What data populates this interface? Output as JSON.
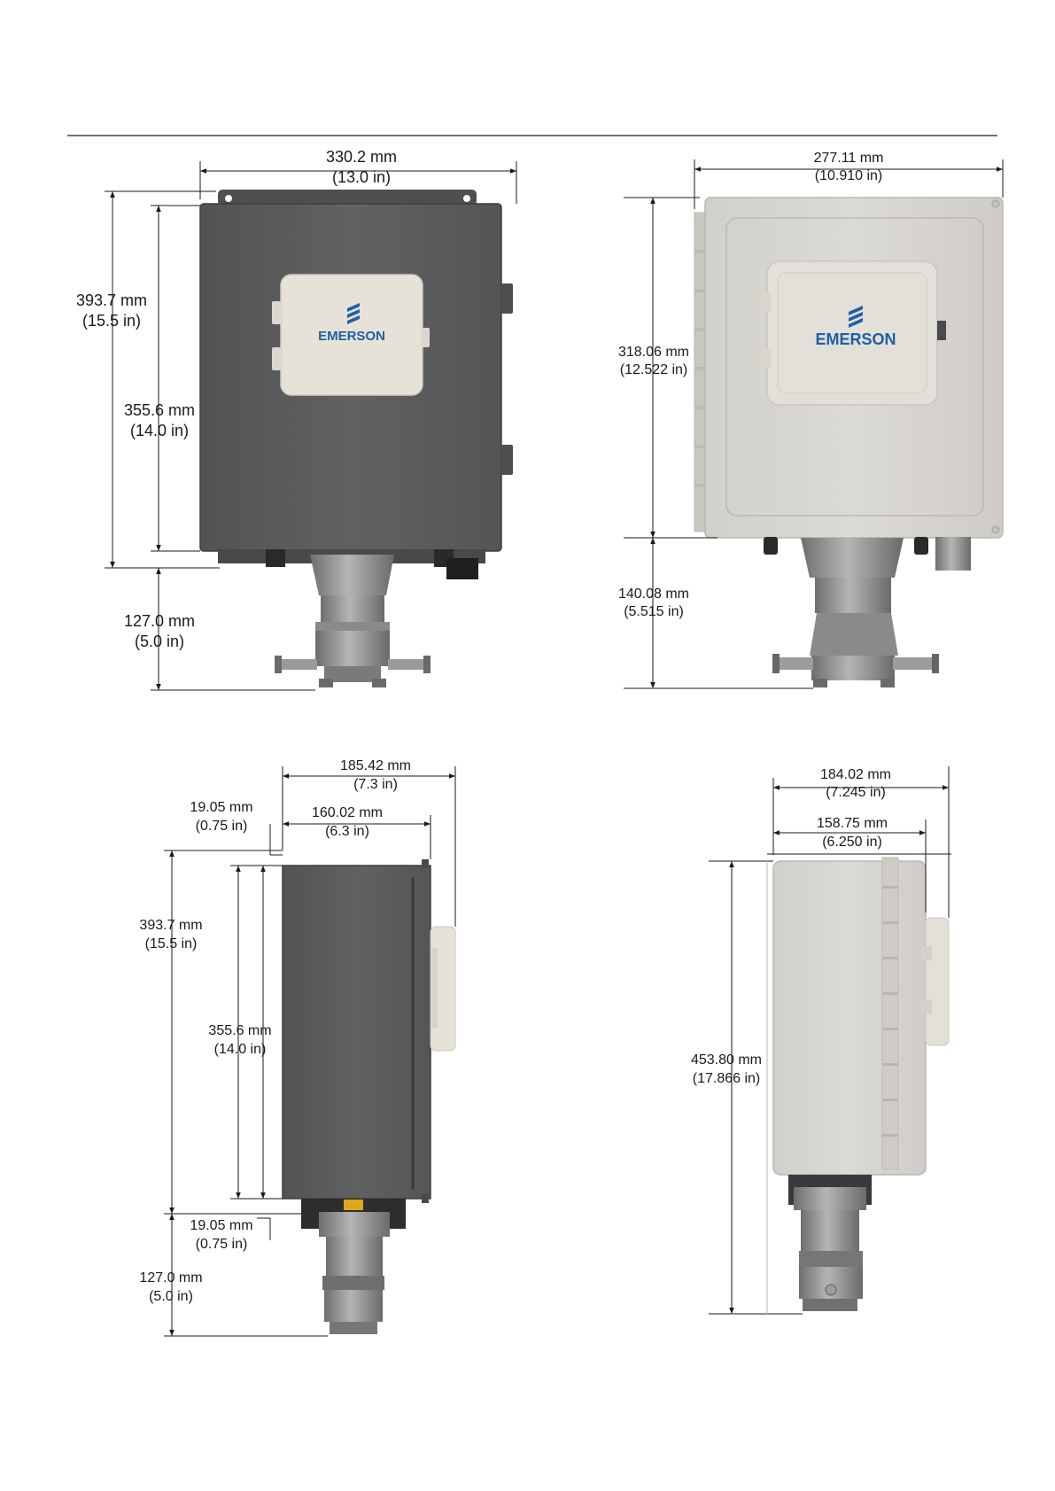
{
  "brand": {
    "name": "EMERSON",
    "logo_color": "#1f5fa8"
  },
  "colors": {
    "dark_enclosure": "#5c5d5f",
    "light_enclosure": "#d8d6d1",
    "window": "#e6e2d8",
    "steel": "#8d8d8d"
  },
  "views": {
    "front_dark": {
      "width": {
        "mm": "330.2 mm",
        "in": "(13.0 in)"
      },
      "height_total": {
        "mm": "393.7 mm",
        "in": "(15.5 in)"
      },
      "height_body": {
        "mm": "355.6 mm",
        "in": "(14.0 in)"
      },
      "bottom": {
        "mm": "127.0 mm",
        "in": "(5.0 in)"
      }
    },
    "front_light": {
      "width": {
        "mm": "277.11 mm",
        "in": "(10.910 in)"
      },
      "height_body": {
        "mm": "318.06 mm",
        "in": "(12.522 in)"
      },
      "bottom": {
        "mm": "140.08 mm",
        "in": "(5.515 in)"
      }
    },
    "side_dark": {
      "width_total": {
        "mm": "185.42 mm",
        "in": "(7.3 in)"
      },
      "width_body": {
        "mm": "160.02 mm",
        "in": "(6.3 in)"
      },
      "top_offset": {
        "mm": "19.05 mm",
        "in": "(0.75 in)"
      },
      "height_total": {
        "mm": "393.7 mm",
        "in": "(15.5 in)"
      },
      "height_body": {
        "mm": "355.6 mm",
        "in": "(14.0 in)"
      },
      "bottom_offset": {
        "mm": "19.05 mm",
        "in": "(0.75 in)"
      },
      "bottom": {
        "mm": "127.0 mm",
        "in": "(5.0 in)"
      }
    },
    "side_light": {
      "width_total": {
        "mm": "184.02 mm",
        "in": "(7.245 in)"
      },
      "width_body": {
        "mm": "158.75 mm",
        "in": "(6.250 in)"
      },
      "height_total": {
        "mm": "453.80 mm",
        "in": "(17.866 in)"
      }
    }
  }
}
